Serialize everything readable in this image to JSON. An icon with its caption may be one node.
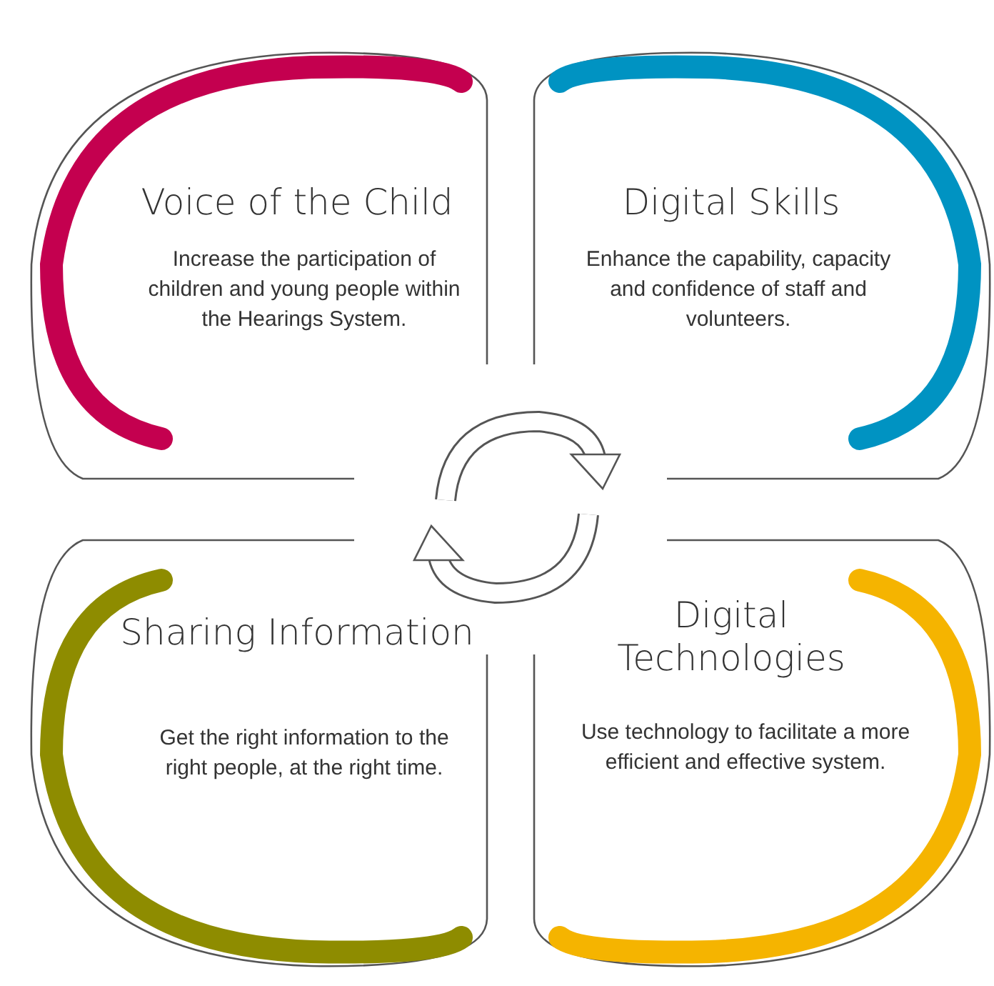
{
  "diagram": {
    "nodes": [
      {
        "text": [
          "Voice of the Child",
          "Increase the participation of children and young people within the Hearings System."
        ]
      },
      {
        "text": [
          "Digital Skills",
          "Enhance the capability, capacity and confidence of staff and volunteers."
        ]
      },
      {
        "text": [
          "Sharing Information",
          "Get the right information to the right people, at the right time."
        ]
      },
      {
        "text": [
          "Digital Technologies",
          "Use technology to facilitate a more efficient and effective system."
        ]
      }
    ]
  }
}
